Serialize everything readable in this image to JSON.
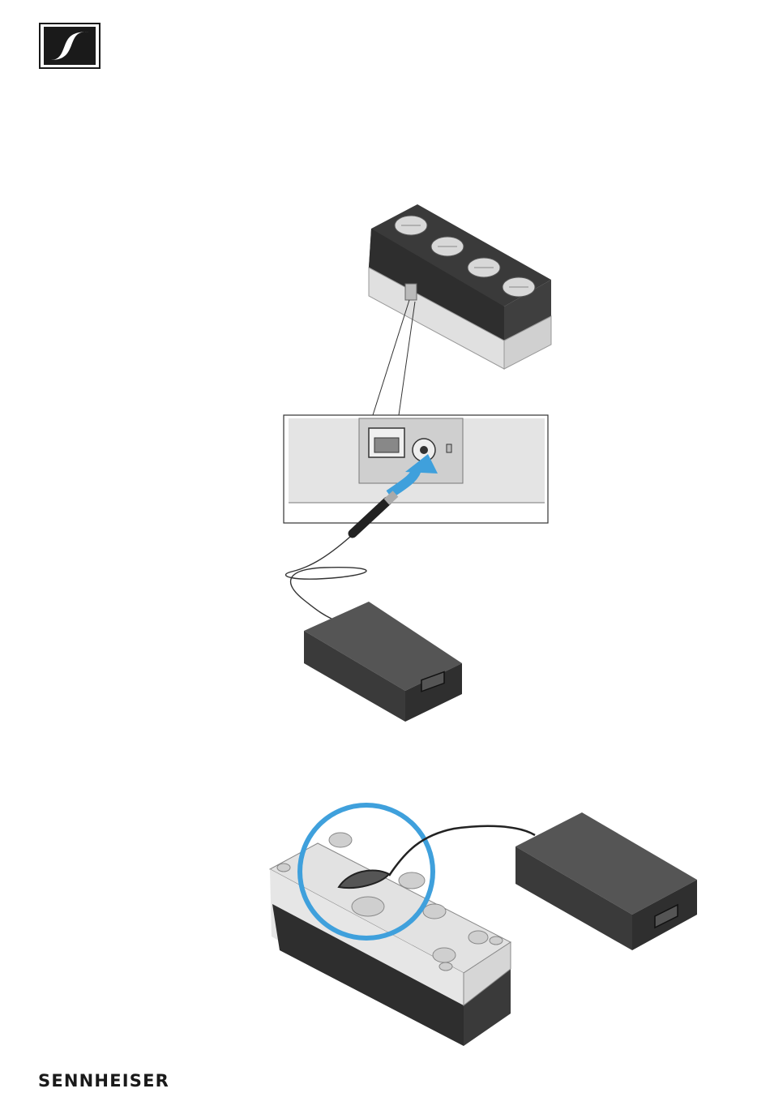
{
  "brand": {
    "name": "SENNHEISER",
    "logo_icon": "sennheiser-s-logo-icon"
  },
  "figures": [
    {
      "icon": "charger-dc-connection-illustration"
    },
    {
      "icon": "charger-cable-routing-illustration"
    }
  ],
  "colors": {
    "body_dark": "#3a3a3a",
    "body_light": "#dcdcdc",
    "accent_blue": "#3fa0dc"
  }
}
